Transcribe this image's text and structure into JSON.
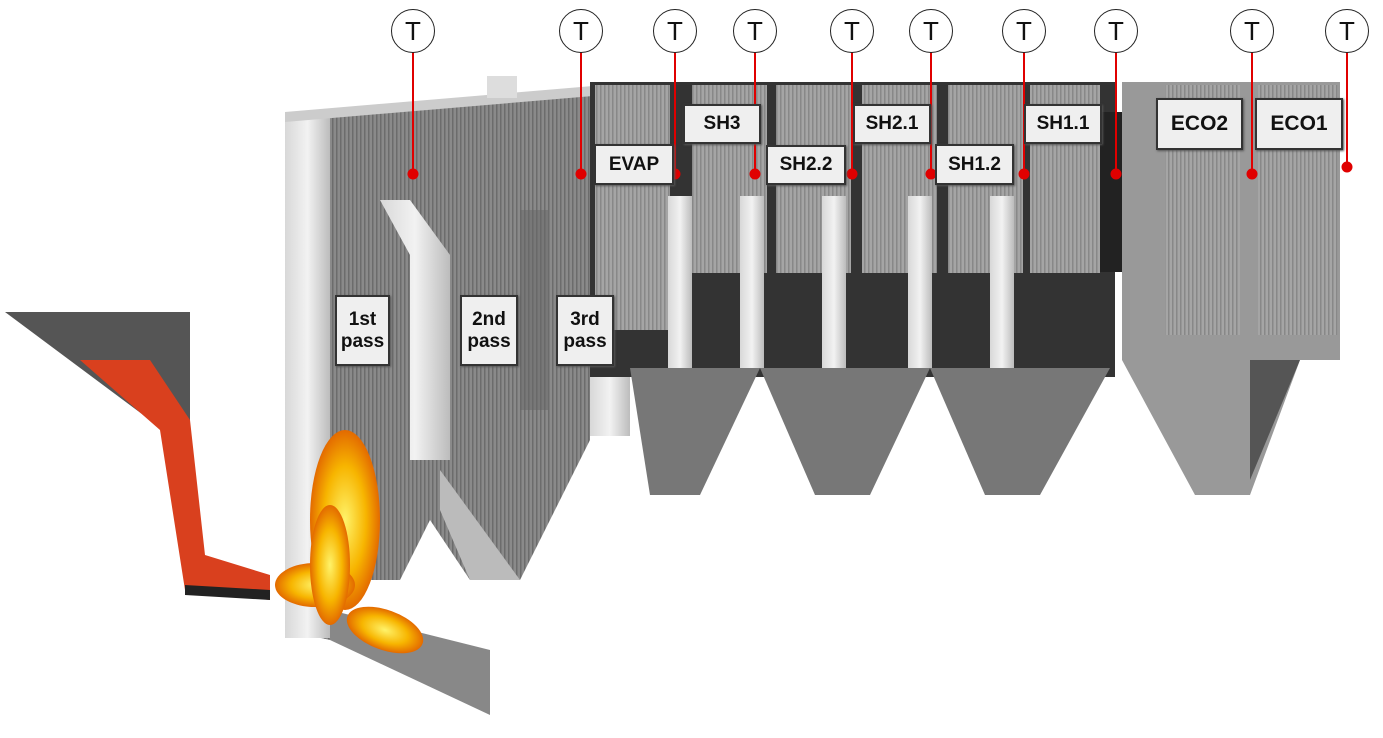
{
  "sensor_symbol": "T",
  "sensor_count": 10,
  "passes": [
    "1st\npass",
    "2nd\npass",
    "3rd\npass"
  ],
  "sections": {
    "evap": "EVAP",
    "sh3": "SH3",
    "sh2_2": "SH2.2",
    "sh2_1": "SH2.1",
    "sh1_2": "SH1.2",
    "sh1_1": "SH1.1",
    "eco2": "ECO2",
    "eco1": "ECO1"
  },
  "colors": {
    "sensor_line": "#e00000",
    "fuel": "#d9401e",
    "flame": "#f7b500"
  }
}
